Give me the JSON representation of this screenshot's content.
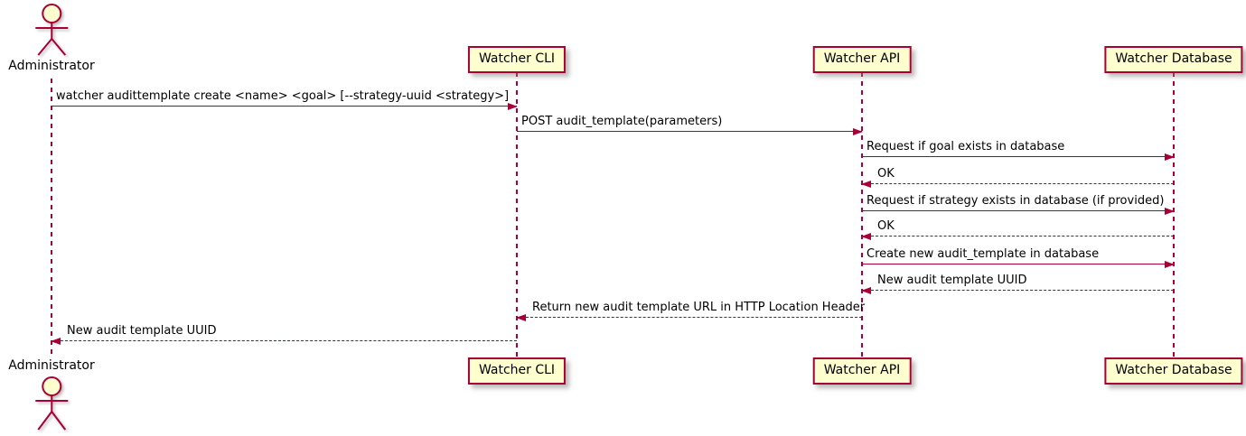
{
  "diagram": {
    "kind": "sequence-diagram",
    "colors": {
      "accent": "#A80036",
      "participant_fill": "#FEFECE",
      "text": "#000000",
      "background": "#FFFFFF"
    }
  },
  "actor": {
    "name": "Administrator"
  },
  "participants": [
    {
      "id": "watcher-cli",
      "label": "Watcher CLI"
    },
    {
      "id": "watcher-api",
      "label": "Watcher API"
    },
    {
      "id": "watcher-database",
      "label": "Watcher Database"
    }
  ],
  "messages": [
    {
      "from": "Administrator",
      "to": "Watcher CLI",
      "type": "solid",
      "text": "watcher audittemplate create <name> <goal> [--strategy-uuid <strategy>]"
    },
    {
      "from": "Watcher CLI",
      "to": "Watcher API",
      "type": "solid",
      "text": "POST audit_template(parameters)"
    },
    {
      "from": "Watcher API",
      "to": "Watcher Database",
      "type": "solid",
      "text": "Request if goal exists in database"
    },
    {
      "from": "Watcher Database",
      "to": "Watcher API",
      "type": "dashed",
      "text": "OK"
    },
    {
      "from": "Watcher API",
      "to": "Watcher Database",
      "type": "solid",
      "text": "Request if strategy exists in database (if provided)"
    },
    {
      "from": "Watcher Database",
      "to": "Watcher API",
      "type": "dashed",
      "text": "OK"
    },
    {
      "from": "Watcher API",
      "to": "Watcher Database",
      "type": "solid",
      "text": "Create new audit_template in database"
    },
    {
      "from": "Watcher Database",
      "to": "Watcher API",
      "type": "dashed",
      "text": "New audit template UUID"
    },
    {
      "from": "Watcher API",
      "to": "Watcher CLI",
      "type": "dashed",
      "text": "Return new audit template URL in HTTP Location Header"
    },
    {
      "from": "Watcher CLI",
      "to": "Administrator",
      "type": "dashed",
      "text": "New audit template UUID"
    }
  ]
}
